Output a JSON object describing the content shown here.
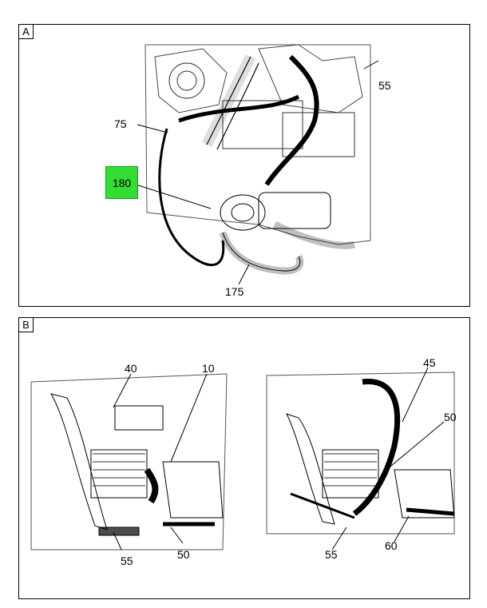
{
  "panel_a": {
    "label": "A",
    "callouts": {
      "c55": "55",
      "c75": "75",
      "c180": "180",
      "c175": "175"
    },
    "highlight_color": "#33dd33"
  },
  "panel_b": {
    "label": "B",
    "left_view": {
      "c40": "40",
      "c10": "10",
      "c55": "55",
      "c50": "50"
    },
    "right_view": {
      "c45": "45",
      "c50": "50",
      "c55": "55",
      "c60": "60"
    }
  }
}
